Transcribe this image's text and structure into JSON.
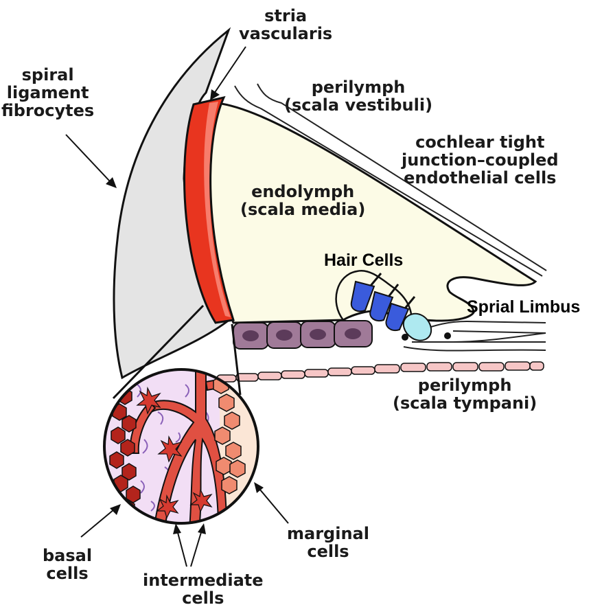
{
  "labels": {
    "stria": [
      "stria",
      "vascularis"
    ],
    "spiral_ligament": [
      "spiral",
      "ligament",
      "fibrocytes"
    ],
    "perilymph_vestibuli": [
      "perilymph",
      "(scala vestibuli)"
    ],
    "tight_junction": [
      "cochlear tight",
      "junction–coupled",
      "endothelial cells"
    ],
    "endolymph": [
      "endolymph",
      "(scala media)"
    ],
    "hair_cells": "Hair Cells",
    "spiral_limbus": "Sprial Limbus",
    "perilymph_tympani": [
      "perilymph",
      "(scala tympani)"
    ],
    "marginal": [
      "marginal",
      "cells"
    ],
    "basal": [
      "basal",
      "cells"
    ],
    "intermediate": [
      "intermediate",
      "cells"
    ]
  },
  "colors": {
    "ligament": "#e4e4e4",
    "stria_outer": "#e8351f",
    "stria_inner": "#f77d6c",
    "endolymph": "#fcfbe6",
    "hair_cell": "#3a5bdc",
    "limbus_cell": "#aee9f0",
    "membrane_cell": "#a07a98",
    "membrane_nucleus": "#5c3b5a",
    "tympani_cell": "#f6c6c6",
    "inset_bg": "#f2def5",
    "vessel": "#e05042",
    "basal_cell": "#b3241c",
    "marginal_cell": "#f08b70"
  }
}
